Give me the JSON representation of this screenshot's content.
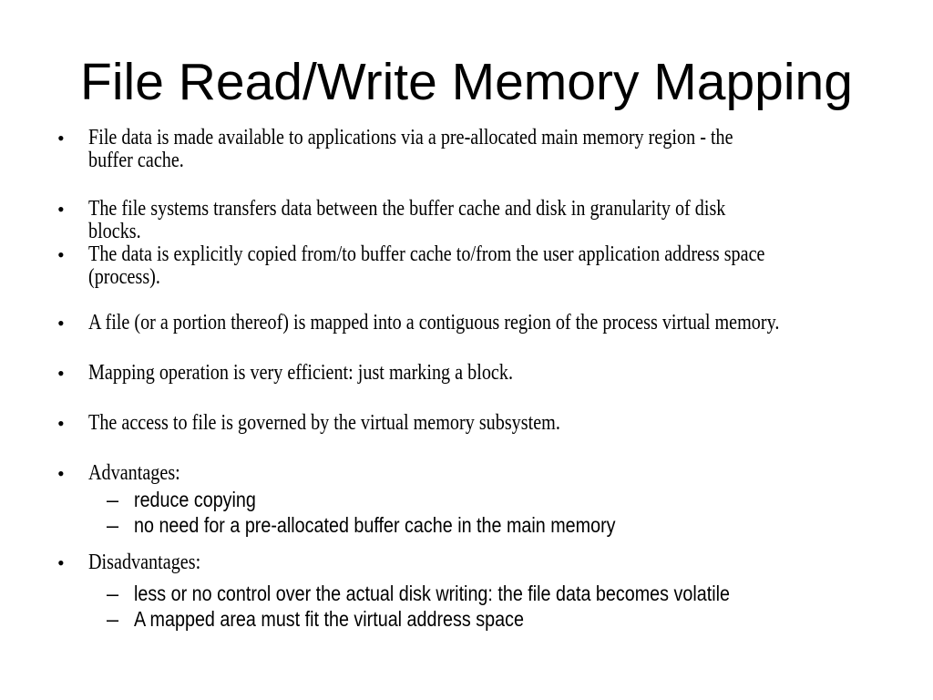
{
  "slide": {
    "title": "File Read/Write Memory Mapping",
    "background_color": "#ffffff",
    "text_color": "#000000",
    "markers": {
      "main": "•",
      "sub": "–"
    },
    "bullets": [
      {
        "level": "main",
        "gap": "none",
        "lines": [
          "File data is made available to applications via a pre-allocated main memory region - the",
          "buffer cache."
        ]
      },
      {
        "level": "main",
        "gap": "lg",
        "lines": [
          "The file systems transfers data between the buffer cache and disk in granularity of disk",
          "blocks."
        ]
      },
      {
        "level": "main",
        "gap": "none",
        "lines": [
          "The data is explicitly copied from/to buffer cache to/from the user application address space",
          "(process)."
        ]
      },
      {
        "level": "main",
        "gap": "md",
        "lines": [
          "A file (or a portion thereof) is mapped into a contiguous region of the process virtual memory."
        ]
      },
      {
        "level": "main",
        "gap": "xl",
        "lines": [
          "Mapping operation is very efficient: just marking a block."
        ]
      },
      {
        "level": "main",
        "gap": "xl",
        "lines": [
          "The access to file is governed by the virtual memory subsystem."
        ]
      },
      {
        "level": "main",
        "gap": "xl",
        "lines": [
          "Advantages:"
        ]
      },
      {
        "level": "sub",
        "gap": "xxs",
        "lines": [
          "reduce copying"
        ]
      },
      {
        "level": "sub",
        "gap": "none",
        "lines": [
          "no need for a pre-allocated buffer cache in the main memory"
        ]
      },
      {
        "level": "main",
        "gap": "sm",
        "lines": [
          "Disadvantages:"
        ]
      },
      {
        "level": "sub",
        "gap": "xs",
        "lines": [
          "less or no control over the actual disk writing: the file data becomes volatile"
        ]
      },
      {
        "level": "sub",
        "gap": "none",
        "lines": [
          "A mapped area must fit the virtual address space"
        ]
      }
    ]
  }
}
